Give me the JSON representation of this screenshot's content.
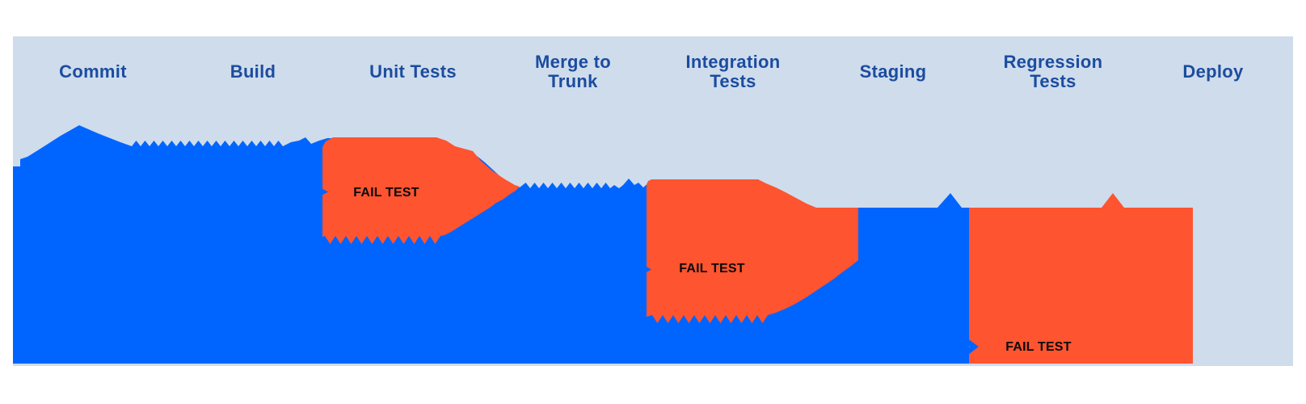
{
  "stages": [
    {
      "label": "Commit"
    },
    {
      "label": "Build"
    },
    {
      "label": "Unit Tests"
    },
    {
      "label": "Merge to\nTrunk"
    },
    {
      "label": "Integration\nTests"
    },
    {
      "label": "Staging"
    },
    {
      "label": "Regression\nTests"
    },
    {
      "label": "Deploy"
    }
  ],
  "fail_events": [
    {
      "stage": "Unit Tests",
      "label": "FAIL TEST"
    },
    {
      "stage": "Integration Tests",
      "label": "FAIL TEST"
    },
    {
      "stage": "Regression Tests",
      "label": "FAIL TEST"
    }
  ],
  "colors": {
    "page_bg": "#FFFFFF",
    "panel_bg": "#CFDCEC",
    "stream_blue": "#0065FF",
    "fail_orange": "#FE5430",
    "stage_label": "#1B4C9F",
    "fail_label": "#0A0A0A"
  }
}
